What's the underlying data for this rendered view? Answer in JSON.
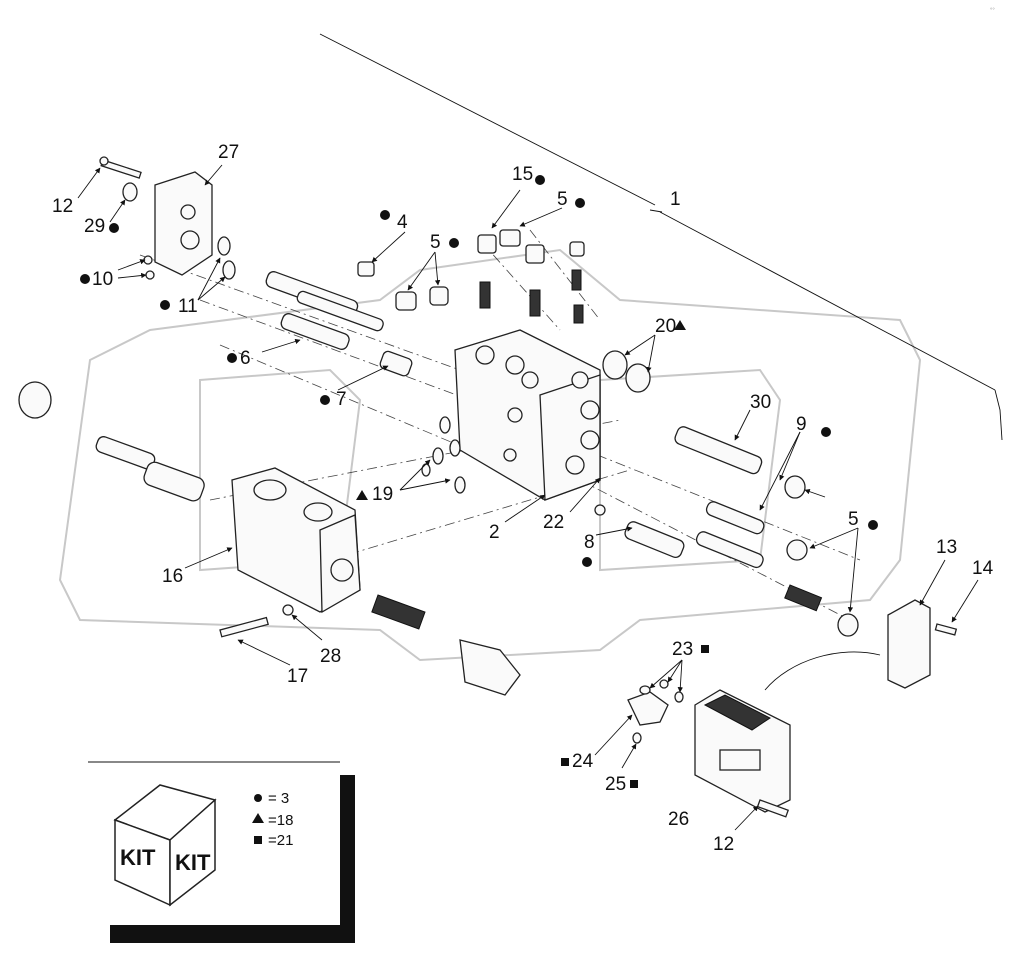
{
  "callouts": {
    "c1": "1",
    "c27": "27",
    "c12a": "12",
    "c29": "29",
    "c10": "10",
    "c11": "11",
    "c4": "4",
    "c5a": "5",
    "c15": "15",
    "c5b": "5",
    "c6": "6",
    "c7": "7",
    "c20": "20",
    "c30": "30",
    "c9": "9",
    "c19": "19",
    "c2": "2",
    "c22": "22",
    "c8": "8",
    "c5c": "5",
    "c16": "16",
    "c28": "28",
    "c17": "17",
    "c13": "13",
    "c14": "14",
    "c23": "23",
    "c24": "24",
    "c25": "25",
    "c26": "26",
    "c12b": "12"
  },
  "legend": {
    "kit_left": "KIT",
    "kit_right": "KIT",
    "circle": "= 3",
    "triangle": "=18",
    "square": "=21"
  },
  "corner_mark": "°°"
}
